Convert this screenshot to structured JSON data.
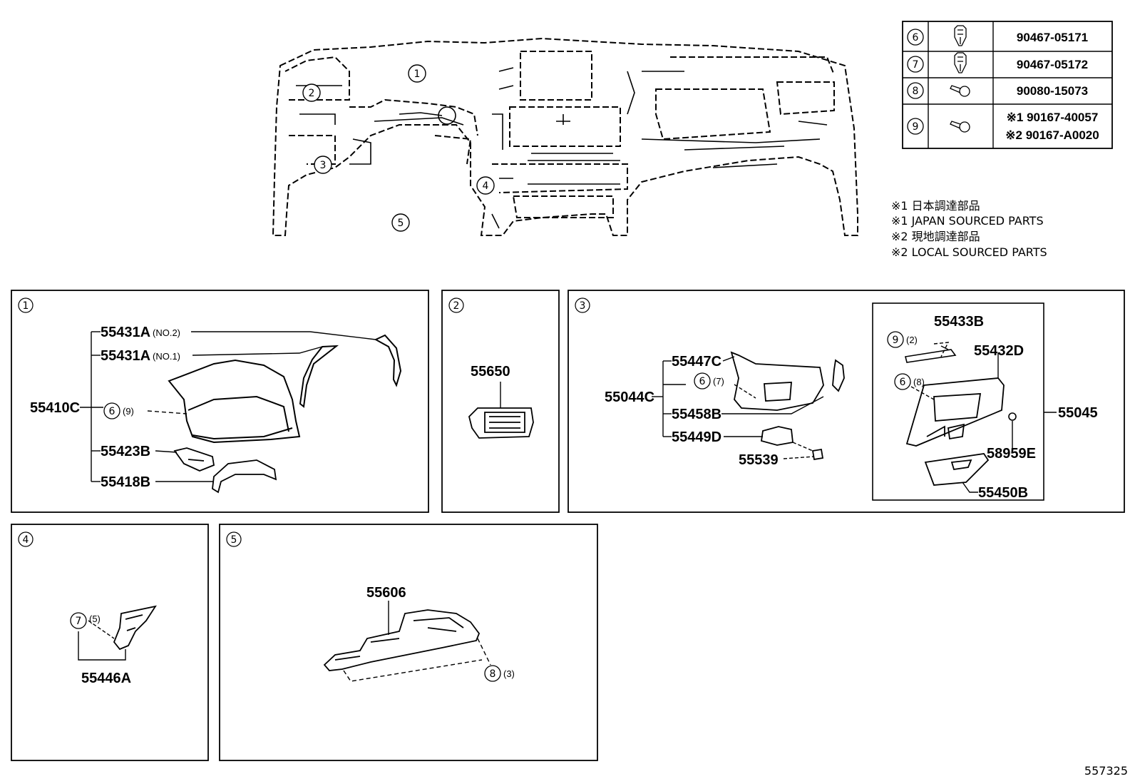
{
  "fastener_table": [
    {
      "ref": "6",
      "part": "90467-05171",
      "icon": "clip-icon"
    },
    {
      "ref": "7",
      "part": "90467-05172",
      "icon": "clip-icon"
    },
    {
      "ref": "8",
      "part": "90080-15073",
      "icon": "screw-icon"
    },
    {
      "ref": "9",
      "part_1": "※1 90167-40057",
      "part_2": "※2 90167-A0020",
      "icon": "screw-icon"
    }
  ],
  "notes": [
    "※1 日本調達部品",
    "※1 JAPAN SOURCED PARTS",
    "※2 現地調達部品",
    "※2 LOCAL SOURCED PARTS"
  ],
  "overview_callouts": [
    "1",
    "2",
    "3",
    "4",
    "5"
  ],
  "panel1": {
    "id": "1",
    "parts": {
      "p55431A_no2": "55431A",
      "p55431A_no2_note": "(NO.2)",
      "p55431A_no1": "55431A",
      "p55431A_no1_note": "(NO.1)",
      "p55410C": "55410C",
      "clip_ref": "6",
      "clip_qty": "(9)",
      "p55423B": "55423B",
      "p55418B": "55418B"
    }
  },
  "panel2": {
    "id": "2",
    "parts": {
      "p55650": "55650"
    }
  },
  "panel3": {
    "id": "3",
    "parts": {
      "p55447C": "55447C",
      "p55044C": "55044C",
      "clip_ref": "6",
      "clip_qty": "(7)",
      "p55458B": "55458B",
      "p55449D": "55449D",
      "p55539": "55539",
      "p55433B": "55433B",
      "screw_ref": "9",
      "screw_qty": "(2)",
      "p55432D": "55432D",
      "clip2_ref": "6",
      "clip2_qty": "(8)",
      "p55045": "55045",
      "p58959E": "58959E",
      "p55450B": "55450B"
    }
  },
  "panel4": {
    "id": "4",
    "parts": {
      "clip_ref": "7",
      "clip_qty": "(5)",
      "p55446A": "55446A"
    }
  },
  "panel5": {
    "id": "5",
    "parts": {
      "p55606": "55606",
      "screw_ref": "8",
      "screw_qty": "(3)"
    }
  },
  "diagram_number": "557325"
}
